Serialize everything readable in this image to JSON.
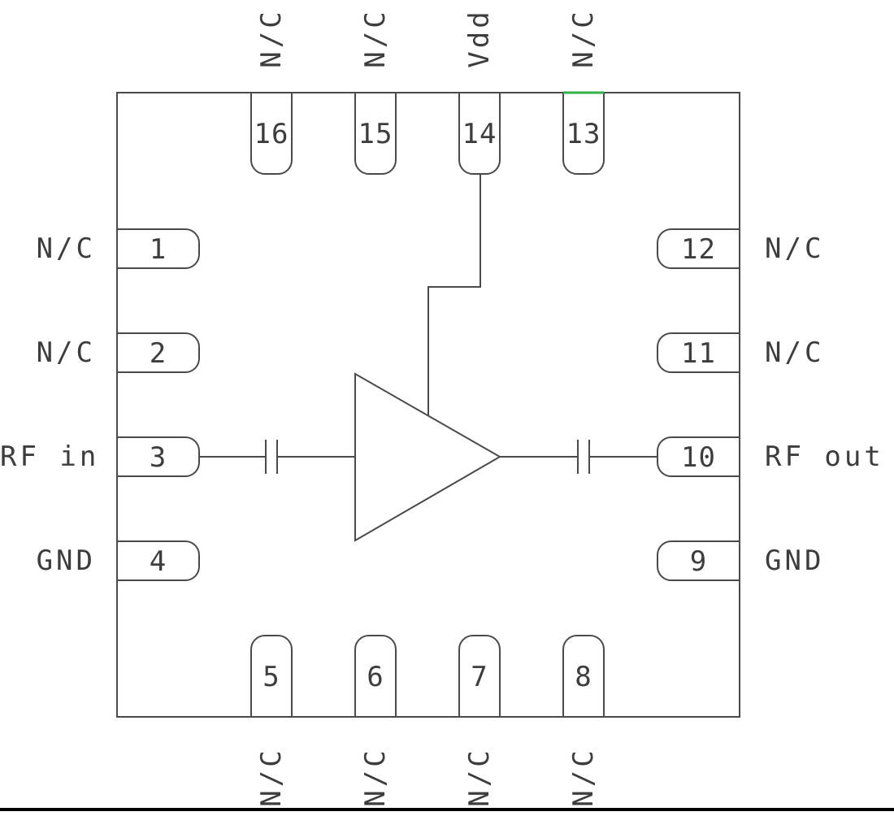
{
  "pins": {
    "left": [
      {
        "number": "1",
        "label": "N/C"
      },
      {
        "number": "2",
        "label": "N/C"
      },
      {
        "number": "3",
        "label": "RF in"
      },
      {
        "number": "4",
        "label": "GND"
      }
    ],
    "right": [
      {
        "number": "12",
        "label": "N/C"
      },
      {
        "number": "11",
        "label": "N/C"
      },
      {
        "number": "10",
        "label": "RF out"
      },
      {
        "number": "9",
        "label": "GND"
      }
    ],
    "top": [
      {
        "number": "16",
        "label": "N/C"
      },
      {
        "number": "15",
        "label": "N/C"
      },
      {
        "number": "14",
        "label": "Vdd"
      },
      {
        "number": "13",
        "label": "N/C"
      }
    ],
    "bottom": [
      {
        "number": "5",
        "label": "N/C"
      },
      {
        "number": "6",
        "label": "N/C"
      },
      {
        "number": "7",
        "label": "N/C"
      },
      {
        "number": "8",
        "label": "N/C"
      }
    ]
  },
  "colors": {
    "line": "#4a4a4a",
    "text": "#3d3d3d",
    "highlight_green": "#33b249",
    "background": "#ffffff",
    "bottom_bar": "#000000"
  }
}
